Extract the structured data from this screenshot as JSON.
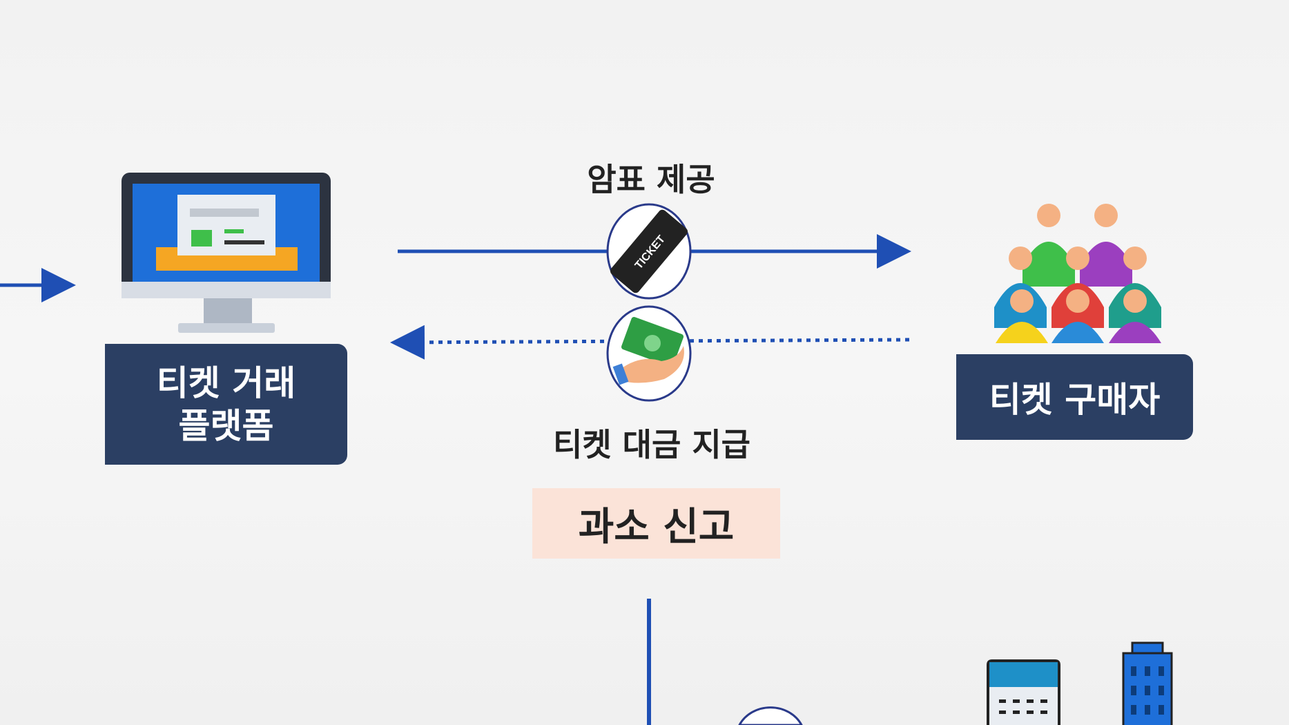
{
  "platform": {
    "label_line1": "티켓 거래",
    "label_line2": "플랫폼"
  },
  "buyer": {
    "label": "티켓 구매자"
  },
  "top_flow": {
    "label": "암표 제공",
    "icon_text": "TICKET"
  },
  "bottom_flow": {
    "label": "티켓 대금 지급"
  },
  "highlight": {
    "label": "과소 신고"
  },
  "colors": {
    "arrow": "#1f4fb4",
    "box": "#2b3f63",
    "highlight_bg": "#fbe3d8"
  }
}
